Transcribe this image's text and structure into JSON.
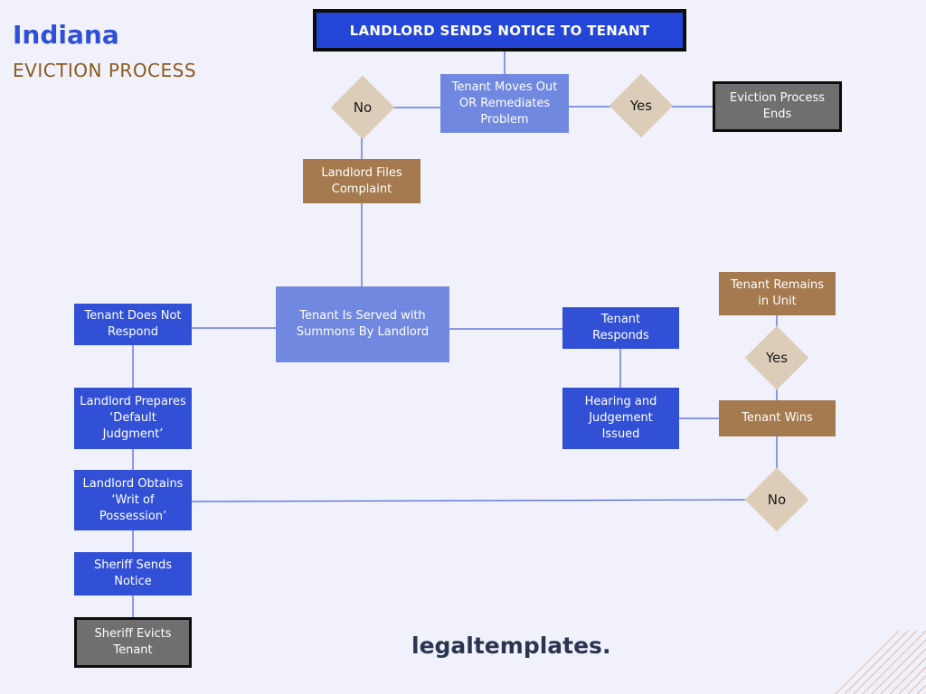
{
  "title": "Indiana",
  "subtitle": "EVICTION PROCESS",
  "brand": "legaltemplates.",
  "nodes": {
    "landlord_sends_notice": "LANDLORD SENDS NOTICE TO TENANT",
    "tenant_moves_out": "Tenant Moves Out\nOR Remediates\nProblem",
    "eviction_ends": "Eviction Process\nEnds",
    "landlord_files": "Landlord Files\nComplaint",
    "tenant_served": "Tenant Is Served with\nSummons By Landlord",
    "tenant_not_respond": "Tenant Does Not\nRespond",
    "tenant_responds": "Tenant\nResponds",
    "default_judgment": "Landlord Prepares\n‘Default\nJudgment’",
    "writ_possession": "Landlord Obtains\n‘Writ of\nPossession’",
    "sheriff_notice": "Sheriff Sends\nNotice",
    "sheriff_evicts": "Sheriff Evicts\nTenant",
    "hearing": "Hearing and\nJudgement\nIssued",
    "tenant_wins": "Tenant Wins",
    "tenant_remains": "Tenant Remains\nin Unit"
  },
  "decisions": {
    "no_top": "No",
    "yes_top": "Yes",
    "yes_right": "Yes",
    "no_right": "No"
  },
  "colors": {
    "background": "#f0f1fb",
    "blue": "#3150d6",
    "light_blue": "#7188e0",
    "brown": "#a47a4e",
    "gray": "#6f6f6f",
    "diamond": "#dccdb8",
    "connector": "#4a62d8"
  }
}
